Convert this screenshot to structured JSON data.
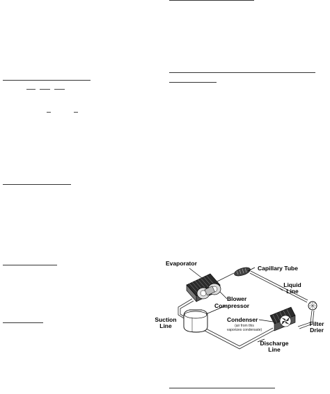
{
  "diagram": {
    "labels": {
      "evaporator": "Evaporator",
      "capillary_tube": "Capillary Tube",
      "liquid_line": "Liquid\nLine",
      "blower": "Blower",
      "compressor": "Compressor",
      "condenser": "Condenser",
      "condenser_note": "(air from this\nvaporizes condensate)",
      "suction_line": "Suction\nLine",
      "filter_drier": "Filter\nDrier",
      "discharge_line": "Discharge\nLine"
    }
  }
}
